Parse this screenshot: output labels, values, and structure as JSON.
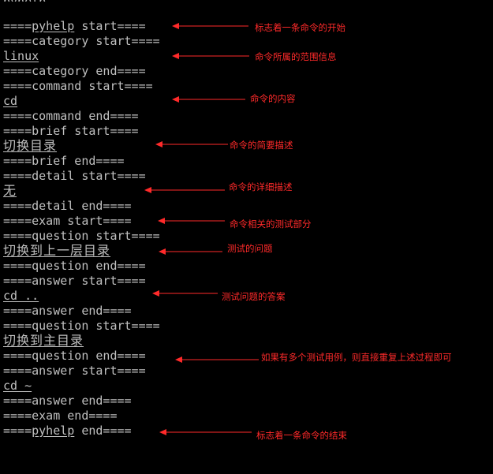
{
  "terminal": {
    "background": "#000000",
    "text_color": "#c0c0c0",
    "top_clipped": "pyhelp",
    "lines": [
      {
        "pre": "====",
        "mid": "pyhelp",
        "post": " start===="
      },
      {
        "text": "====category start===="
      },
      {
        "text": "linux"
      },
      {
        "text": "====category end===="
      },
      {
        "text": "====command start===="
      },
      {
        "text": "cd"
      },
      {
        "text": "====command end===="
      },
      {
        "text": "====brief start===="
      },
      {
        "text": "切换目录"
      },
      {
        "text": "====brief end===="
      },
      {
        "text": "====detail start===="
      },
      {
        "text": "无"
      },
      {
        "text": "====detail end===="
      },
      {
        "text": "====exam start===="
      },
      {
        "text": "====question start===="
      },
      {
        "text": "切换到上一层目录"
      },
      {
        "text": "====question end===="
      },
      {
        "text": "====answer start===="
      },
      {
        "text": "cd .."
      },
      {
        "text": "====answer end===="
      },
      {
        "text": "====question start===="
      },
      {
        "text": "切换到主目录"
      },
      {
        "text": "====question end===="
      },
      {
        "text": "====answer start===="
      },
      {
        "text": "cd ~"
      },
      {
        "text": "====answer end===="
      },
      {
        "text": "====exam end===="
      },
      {
        "pre": "====",
        "mid": "pyhelp",
        "post": " end===="
      }
    ]
  },
  "annotations": {
    "color": "#ff2a2a",
    "items": [
      {
        "text": "标志着一条命令的开始"
      },
      {
        "text": "命令所属的范围信息"
      },
      {
        "text": "命令的内容"
      },
      {
        "text": "命令的简要描述"
      },
      {
        "text": "命令的详细描述"
      },
      {
        "text": "命令相关的测试部分"
      },
      {
        "text": "测试的问题"
      },
      {
        "text": "测试问题的答案"
      },
      {
        "text": "如果有多个测试用例，则直接重复上述过程即可"
      },
      {
        "text": "标志着一条命令的结束"
      }
    ]
  }
}
